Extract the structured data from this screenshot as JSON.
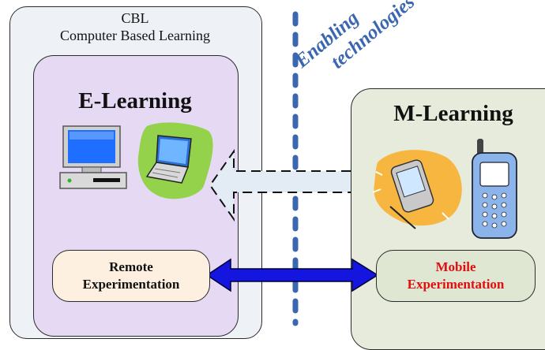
{
  "cbl": {
    "line1": "CBL",
    "line2": "Computer Based Learning"
  },
  "elearning": {
    "title": "E-Learning"
  },
  "mlearning": {
    "title": "M-Learning"
  },
  "enabling": {
    "line1": "Enabling",
    "line2": "technologies"
  },
  "remote": {
    "line1": "Remote",
    "line2": "Experimentation"
  },
  "mobile": {
    "line1": "Mobile",
    "line2": "Experimentation"
  },
  "colors": {
    "divider": "#3a67b0",
    "arrow": "#1515e0",
    "mobile_text": "#e01010",
    "laptop_bg": "#93d24a",
    "phone_bg": "#f7b640"
  },
  "icons": [
    "desktop-computer-icon",
    "laptop-icon",
    "pda-icon",
    "cell-phone-icon"
  ]
}
